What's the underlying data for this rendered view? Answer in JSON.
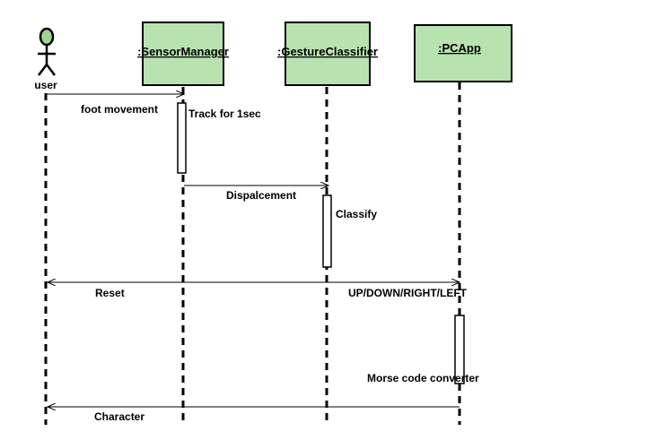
{
  "actor": {
    "label": "user",
    "head_color": "#9ed590"
  },
  "objects": [
    {
      "id": "sensor",
      "label": ":SensorManager"
    },
    {
      "id": "gesture",
      "label": ":GestureClassifier"
    },
    {
      "id": "pcapp",
      "label": ":PCApp"
    }
  ],
  "messages": [
    {
      "label": "foot movement",
      "from": "user",
      "to": "sensor"
    },
    {
      "label": "Dispalcement",
      "from": "sensor",
      "to": "gesture"
    },
    {
      "label": "UP/DOWN/RIGHT/LEFT",
      "from": "gesture",
      "to": "pcapp"
    },
    {
      "label": "Reset",
      "from": "pcapp",
      "to": "user"
    },
    {
      "label": "Character",
      "from": "pcapp",
      "to": "user"
    }
  ],
  "activations": [
    {
      "label": "Track for 1sec",
      "on": "sensor"
    },
    {
      "label": "Classify",
      "on": "gesture"
    },
    {
      "label": "Morse code converter",
      "on": "pcapp"
    }
  ],
  "colors": {
    "object_fill": "#b8e3b0",
    "actor_head": "#9ed590",
    "line": "#000000"
  }
}
